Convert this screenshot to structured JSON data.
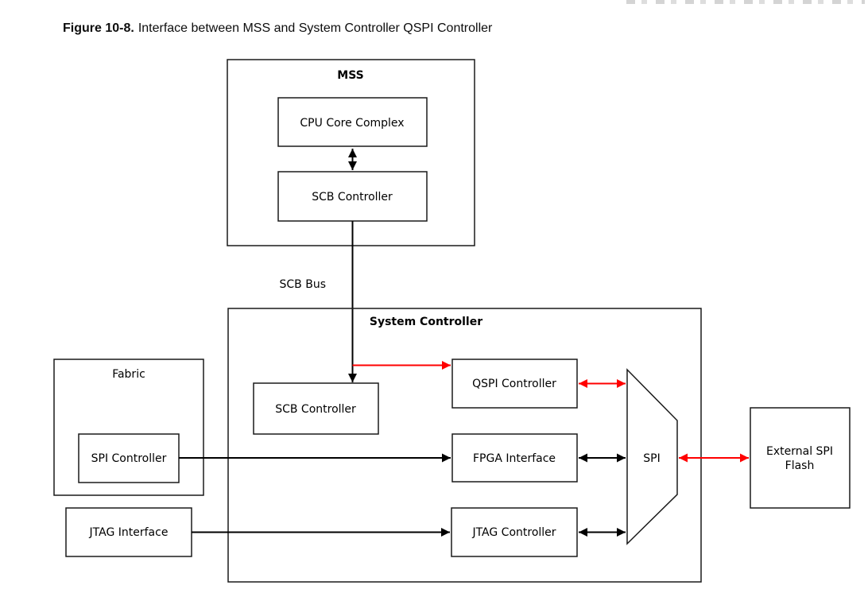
{
  "caption": {
    "label": "Figure 10-8.",
    "text": "Interface between MSS and System Controller QSPI Controller"
  },
  "colors": {
    "red": "#ff0000",
    "black": "#000000"
  },
  "nodes": {
    "mss_title": "MSS",
    "cpu_core": "CPU Core Complex",
    "mss_scb": "SCB Controller",
    "scb_bus": "SCB Bus",
    "sc_title": "System Controller",
    "sc_scb": "SCB Controller",
    "qspi": "QSPI Controller",
    "fpga": "FPGA Interface",
    "jtag_ctrl": "JTAG Controller",
    "spi_mux": "SPI",
    "fabric_title": "Fabric",
    "spi_ctrl": "SPI Controller",
    "jtag_if": "JTAG Interface",
    "flash_line1": "External SPI",
    "flash_line2": "Flash"
  }
}
